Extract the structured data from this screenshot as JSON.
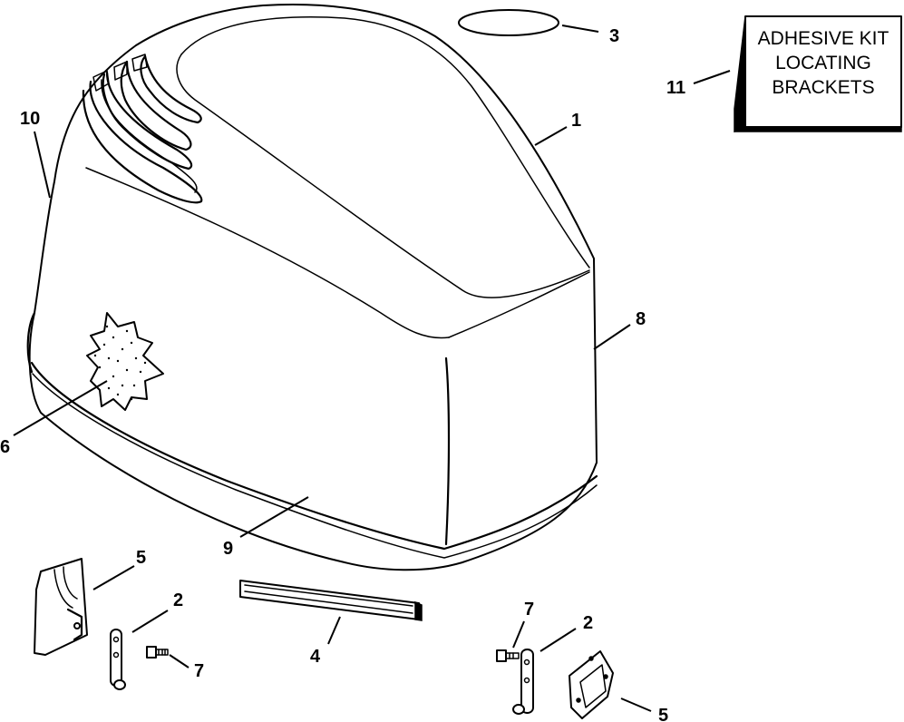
{
  "kit_box": {
    "line1": "ADHESIVE KIT",
    "line2": "LOCATING",
    "line3": "BRACKETS"
  },
  "callouts": {
    "c1": "1",
    "c2a": "2",
    "c2b": "2",
    "c3": "3",
    "c4": "4",
    "c5a": "5",
    "c5b": "5",
    "c6": "6",
    "c7a": "7",
    "c7b": "7",
    "c8": "8",
    "c9": "9",
    "c10": "10",
    "c11": "11"
  }
}
